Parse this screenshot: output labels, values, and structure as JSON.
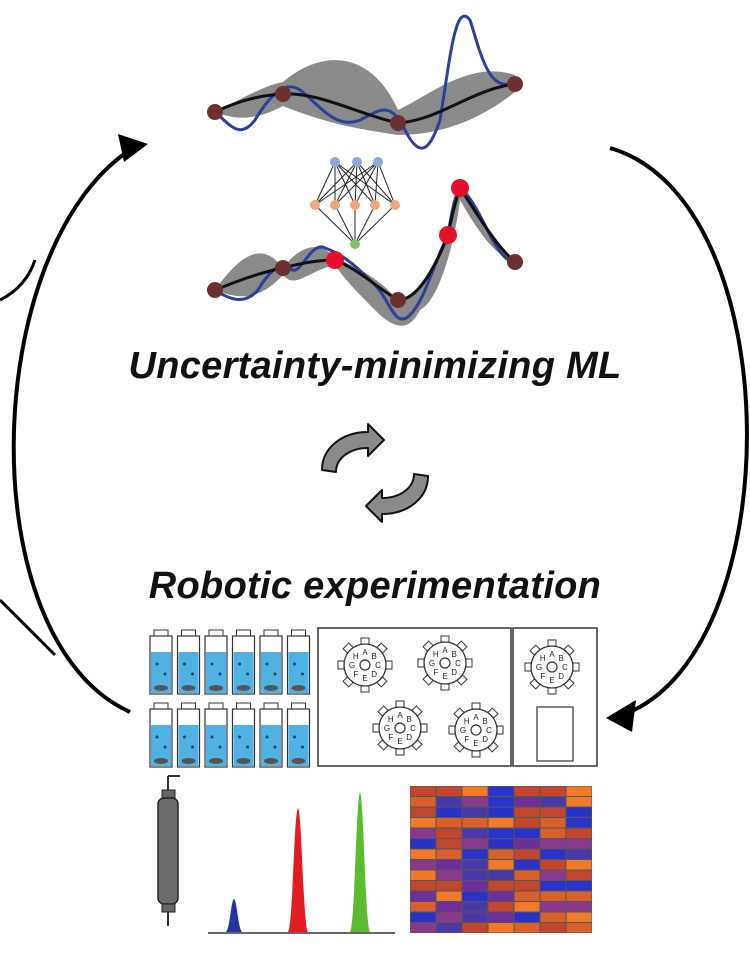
{
  "labels": {
    "ml_title": "Uncertainty-minimizing ML",
    "robotic_title": "Robotic experimentation"
  },
  "carousel_ports": [
    "A",
    "B",
    "C",
    "D",
    "E",
    "F",
    "G",
    "H"
  ],
  "colors": {
    "cycle_arrow": "#000000",
    "uncertainty_band": "#8a8a8a",
    "mean_curve": "#111111",
    "true_curve": "#2b3f9e",
    "observed_point": "#6b3030",
    "new_point": "#e3102a",
    "nn_input_node": "#8fa6e0",
    "nn_hidden_node": "#f0a878",
    "nn_output_node": "#7cc46a",
    "vial_liquid": "#4fb2e3",
    "peak_blue": "#24349b",
    "peak_red": "#e31b23",
    "peak_green": "#5dbb30",
    "heat_orange": "#f07a28",
    "heat_blue": "#2a32c8",
    "heat_purple": "#8a3a8c"
  },
  "icons": [
    "refresh-cycle-icon"
  ]
}
